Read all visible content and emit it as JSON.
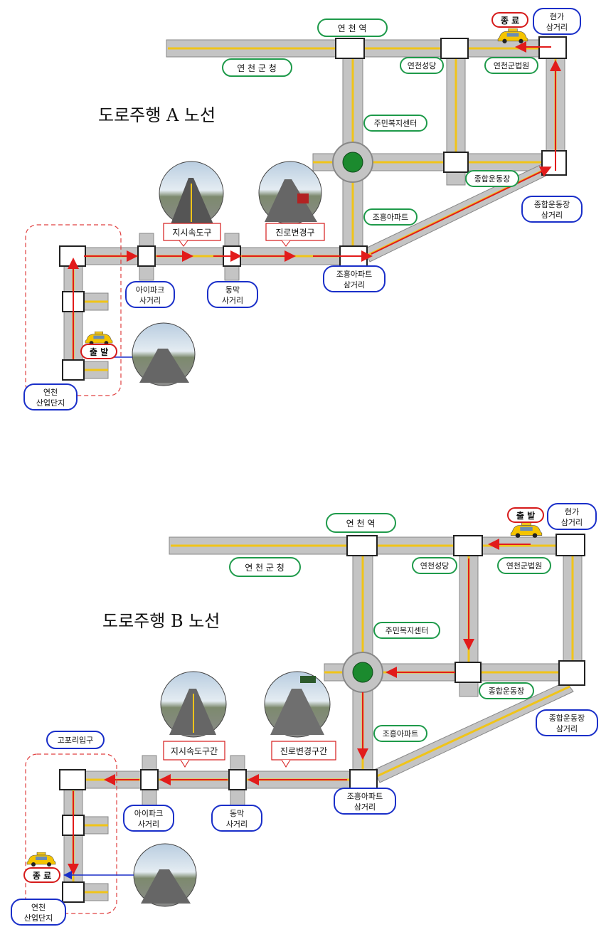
{
  "route_a": {
    "title": "도로주행 A 노선",
    "places": {
      "station": "연 천 역",
      "county_office": "연 천 군 청",
      "cathedral": "연천성당",
      "court": "연천군법원",
      "hyunga_1": "현가",
      "hyunga_2": "삼거리",
      "welfare": "주민복지센터",
      "stadium": "종합운동장",
      "stadium_jct_1": "종합운동장",
      "stadium_jct_2": "삼거리",
      "johung_apt": "조흥아파트",
      "johung_jct_1": "조흥아파트",
      "johung_jct_2": "삼거리",
      "ipark_1": "아이파크",
      "ipark_2": "사거리",
      "dongmak_1": "동막",
      "dongmak_2": "사거리",
      "industrial_1": "연천",
      "industrial_2": "산업단지"
    },
    "sections": {
      "speed_section": "지시속도구",
      "lane_change_section": "진로변경구"
    },
    "markers": {
      "start": "출 발",
      "end": "종 료"
    }
  },
  "route_b": {
    "title": "도로주행 B 노선",
    "places": {
      "station": "연 천 역",
      "county_office": "연 천 군 청",
      "cathedral": "연천성당",
      "court": "연천군법원",
      "hyunga_1": "현가",
      "hyunga_2": "삼거리",
      "welfare": "주민복지센터",
      "stadium": "종합운동장",
      "stadium_jct_1": "종합운동장",
      "stadium_jct_2": "삼거리",
      "johung_apt": "조흥아파트",
      "johung_jct_1": "조흥아파트",
      "johung_jct_2": "삼거리",
      "ipark_1": "아이파크",
      "ipark_2": "사거리",
      "dongmak_1": "동막",
      "dongmak_2": "사거리",
      "industrial_1": "연천",
      "industrial_2": "산업단지",
      "gopori": "고포리입구"
    },
    "sections": {
      "speed_section": "지시속도구간",
      "lane_change_section": "진로변경구간"
    },
    "markers": {
      "start": "출 발",
      "end": "종 료"
    }
  },
  "colors": {
    "road": "#c4c4c4",
    "center_line": "#f0c419",
    "route_arrow": "#e21b1b",
    "label_blue": "#1a2fc9",
    "label_green": "#1e9a4a",
    "marker_red": "#d61a1a",
    "area_border": "#e04040",
    "roundabout_center": "#1b8a2e"
  },
  "icons": [
    "taxi-icon",
    "photo-thumbnail"
  ]
}
